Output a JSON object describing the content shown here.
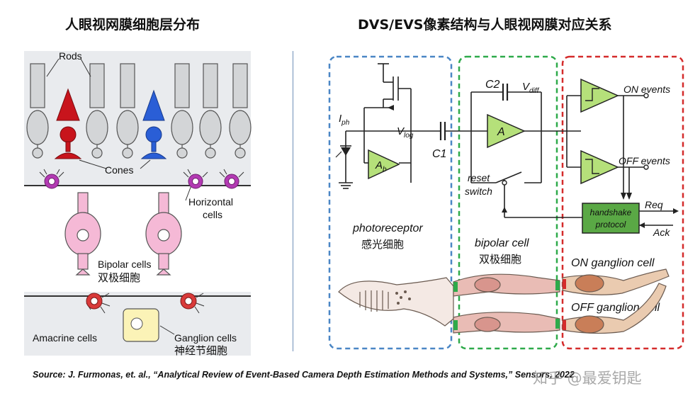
{
  "left": {
    "title": "人眼视网膜细胞层分布",
    "labels": {
      "rods": "Rods",
      "cones": "Cones",
      "horizontal_1": "Horizontal",
      "horizontal_2": "cells",
      "bipolar": "Bipolar cells",
      "bipolar_cn": "双极细胞",
      "amacrine": "Amacrine cells",
      "ganglion": "Ganglion cells",
      "ganglion_cn": "神经节细胞"
    }
  },
  "right": {
    "title": "DVS/EVS像素结构与人眼视网膜对应关系",
    "labels": {
      "iph_main": "I",
      "iph_sub": "ph",
      "vlog_main": "V",
      "vlog_sub": "log",
      "ab_main": "A",
      "ab_sub": "b",
      "c1": "C1",
      "c2": "C2",
      "vdiff_main": "V",
      "vdiff_sub": "diff",
      "a": "A",
      "reset": "reset",
      "switch": "switch",
      "on_events": "ON events",
      "off_events": "OFF events",
      "handshake_1": "handshake",
      "handshake_2": "protocol",
      "req": "Req",
      "ack": "Ack",
      "photoreceptor": "photoreceptor",
      "photoreceptor_cn": "感光细胞",
      "bipolar_cell": "bipolar cell",
      "bipolar_cell_cn": "双极细胞",
      "on_ganglion": "ON ganglion cell",
      "off_ganglion": "OFF ganglion cell"
    },
    "colors": {
      "photoreceptor_box": "#4a86c5",
      "bipolar_box": "#2eaa4a",
      "ganglion_box": "#d42b2b",
      "amplifier_fill": "#b5e07a",
      "handshake_fill": "#5aa845"
    }
  },
  "footer": {
    "source": "Source: J. Furmonas, et. al., “Analytical Review of Event-Based  Camera Depth Estimation Methods and Systems,” Sensors, 2022",
    "watermark": "知乎 @最爱钥匙"
  }
}
